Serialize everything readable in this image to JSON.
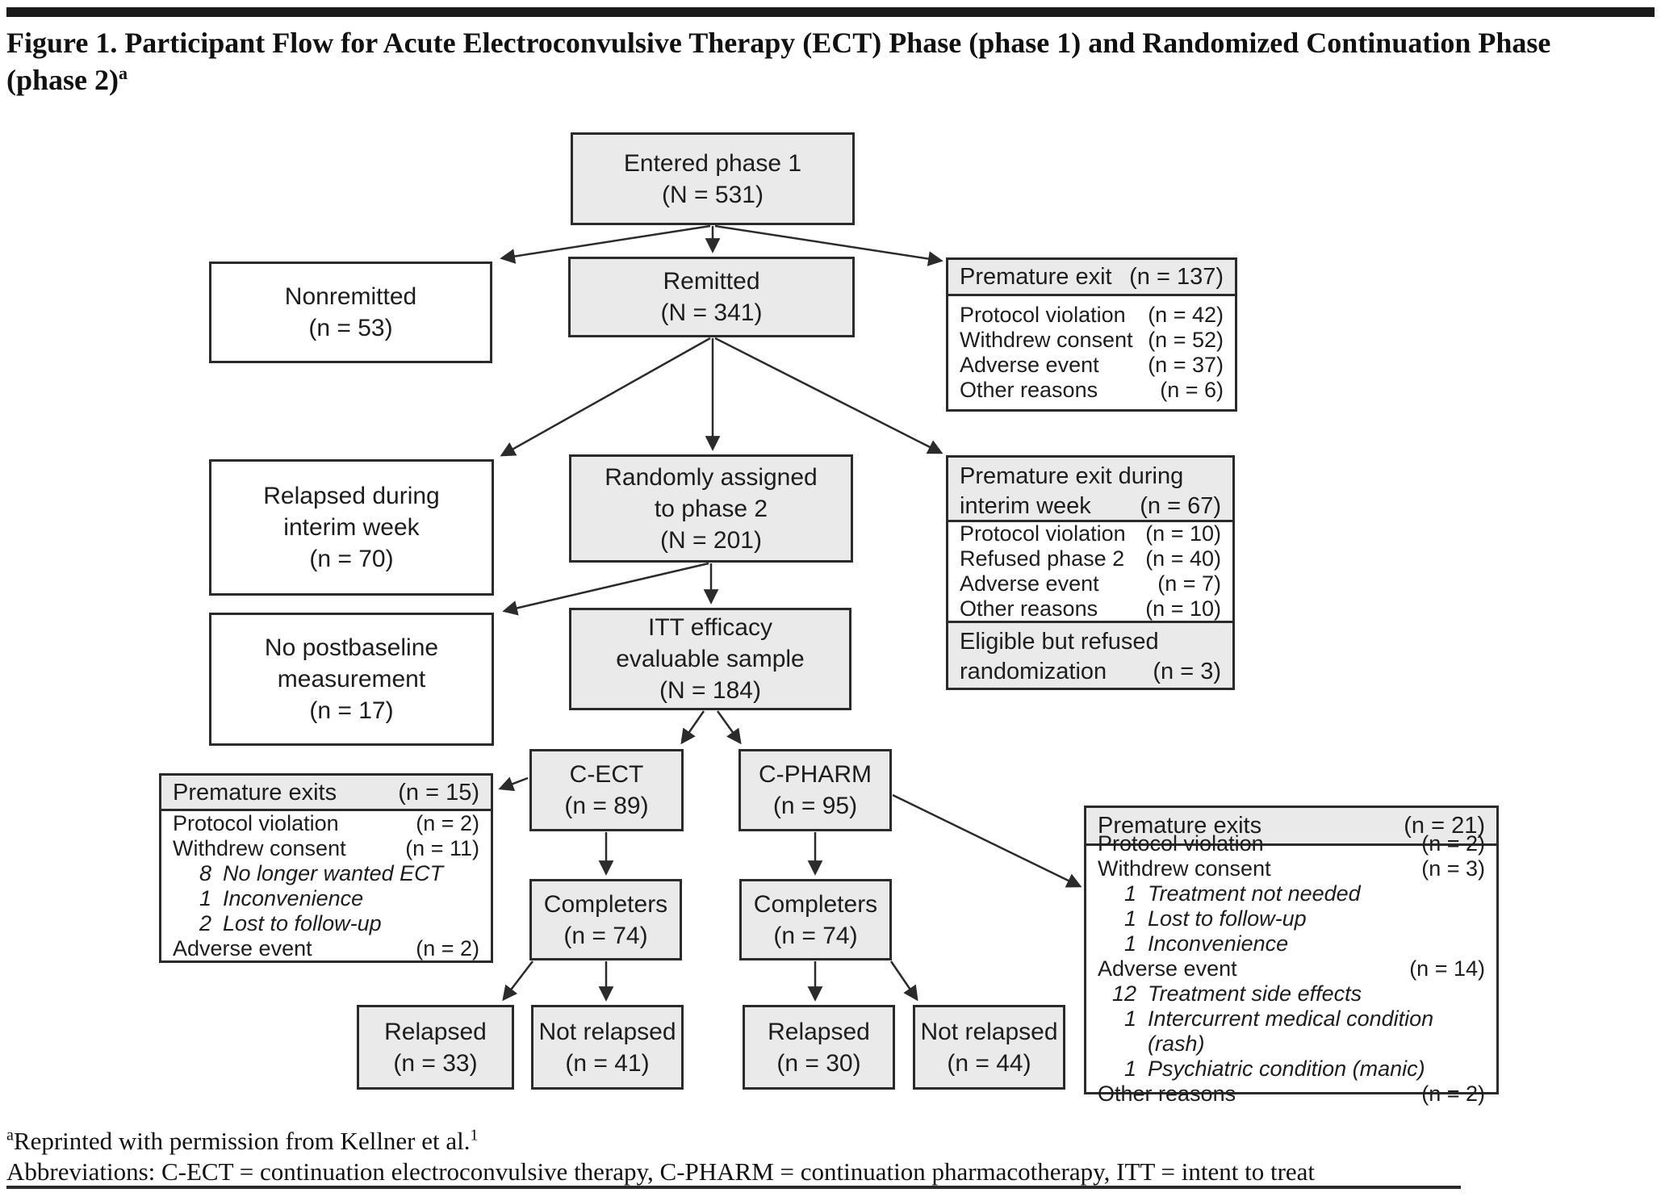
{
  "figure": {
    "top_title": "Figure 1. Participant Flow for Acute Electroconvulsive Therapy (ECT) Phase (phase 1) and Randomized Continuation Phase\n(phase 2)",
    "title_sup": "a",
    "footnote_sup": "a",
    "footnote": "Reprinted with permission from Kellner et al.",
    "footnote_ref_sup": "1",
    "abbreviations": "Abbreviations: C-ECT = continuation electroconvulsive therapy, C-PHARM = continuation pharmacotherapy, ITT = intent to treat"
  },
  "colors": {
    "box_fill_gray": "#eaeaea",
    "box_fill_white": "#ffffff",
    "box_border": "#2b2b2b",
    "top_bar": "#1a1a1a"
  },
  "nodes": {
    "entered_phase_1": {
      "text": "Entered phase 1\n(N = 531)"
    },
    "nonremitted": {
      "text": "Nonremitted\n(n = 53)"
    },
    "remitted": {
      "text": "Remitted\n(N = 341)"
    },
    "premature_exit_phase1": {
      "title": "Premature exit",
      "n": "(n = 137)",
      "items": [
        {
          "label": "Protocol violation",
          "n": "(n = 42)"
        },
        {
          "label": "Withdrew consent",
          "n": "(n = 52)"
        },
        {
          "label": "Adverse event",
          "n": "(n = 37)"
        },
        {
          "label": "Other reasons",
          "n": "(n = 6)"
        }
      ]
    },
    "relapsed_interim": {
      "text": "Relapsed during\ninterim week\n(n = 70)"
    },
    "randomized_phase2": {
      "text": "Randomly assigned\nto phase 2\n(N = 201)"
    },
    "premature_exit_interim": {
      "title_line1": "Premature exit during",
      "title_line2": "interim week",
      "n": "(n = 67)",
      "items": [
        {
          "label": "Protocol violation",
          "n": "(n = 10)"
        },
        {
          "label": "Refused phase 2",
          "n": "(n = 40)"
        },
        {
          "label": "Adverse event",
          "n": "(n = 7)"
        },
        {
          "label": "Other reasons",
          "n": "(n = 10)"
        }
      ]
    },
    "eligible_refused": {
      "line1": "Eligible but refused",
      "line2": "randomization",
      "n": "(n = 3)"
    },
    "no_postbaseline": {
      "text": "No postbaseline\nmeasurement\n(n = 17)"
    },
    "itt_sample": {
      "text": "ITT efficacy\nevaluable sample\n(N = 184)"
    },
    "c_ect": {
      "text": "C-ECT\n(n = 89)"
    },
    "c_pharm": {
      "text": "C-PHARM\n(n = 95)"
    },
    "premature_exits_c_ect": {
      "title": "Premature exits",
      "n": "(n = 15)",
      "rows": [
        {
          "label": "Protocol violation",
          "n": "(n = 2)"
        },
        {
          "label": "Withdrew consent",
          "n": "(n = 11)"
        },
        {
          "num": "8",
          "label": "No longer wanted ECT"
        },
        {
          "num": "1",
          "label": "Inconvenience"
        },
        {
          "num": "2",
          "label": "Lost to follow-up"
        },
        {
          "label": "Adverse event",
          "n": "(n = 2)"
        }
      ]
    },
    "completers_c_ect": {
      "text": "Completers\n(n = 74)"
    },
    "completers_c_pharm": {
      "text": "Completers\n(n = 74)"
    },
    "relapsed_c_ect": {
      "text": "Relapsed\n(n = 33)"
    },
    "not_relapsed_c_ect": {
      "text": "Not relapsed\n(n = 41)"
    },
    "relapsed_c_pharm": {
      "text": "Relapsed\n(n = 30)"
    },
    "not_relapsed_c_pharm": {
      "text": "Not relapsed\n(n = 44)"
    },
    "premature_exits_c_pharm": {
      "title": "Premature exits",
      "n": "(n = 21)",
      "rows": [
        {
          "label": "Protocol violation",
          "n": "(n = 2)"
        },
        {
          "label": "Withdrew consent",
          "n": "(n = 3)"
        },
        {
          "num": "1",
          "label": "Treatment not needed"
        },
        {
          "num": "1",
          "label": "Lost to follow-up"
        },
        {
          "num": "1",
          "label": "Inconvenience"
        },
        {
          "label": "Adverse event",
          "n": "(n = 14)"
        },
        {
          "num": "12",
          "label": "Treatment side effects"
        },
        {
          "num": "1",
          "label": "Intercurrent medical condition (rash)"
        },
        {
          "num": "1",
          "label": "Psychiatric condition (manic)"
        },
        {
          "label": "Other reasons",
          "n": "(n = 2)"
        }
      ]
    }
  }
}
